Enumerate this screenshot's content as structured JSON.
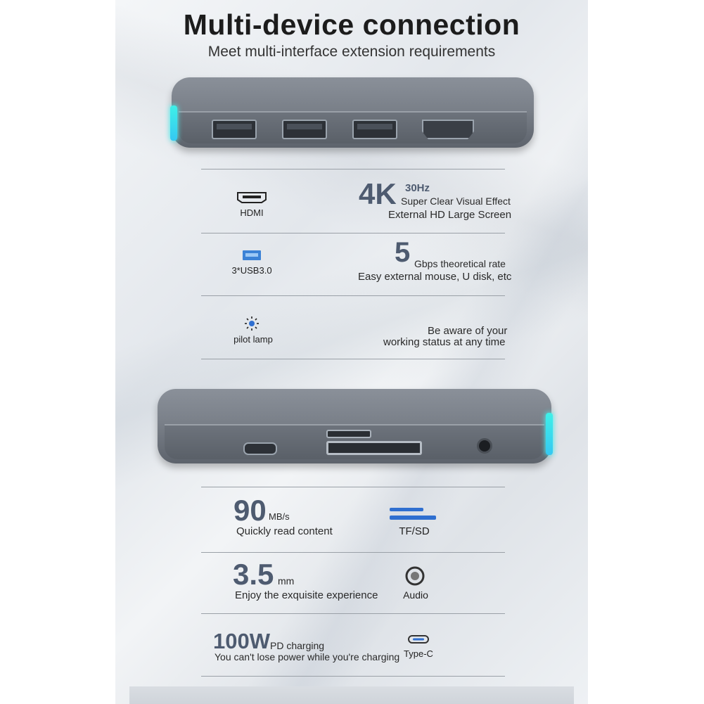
{
  "title": "Multi-device connection",
  "subtitle": "Meet multi-interface extension requirements",
  "features_top": {
    "hdmi": {
      "label": "HDMI",
      "big": "4K",
      "small": "30Hz",
      "line1": "Super Clear Visual Effect",
      "line2": "External HD Large Screen",
      "icon": "hdmi-icon"
    },
    "usb": {
      "label": "3*USB3.0",
      "big": "5",
      "line1": "Gbps theoretical rate",
      "line2": "Easy external mouse, U disk, etc",
      "icon": "usb-icon"
    },
    "lamp": {
      "label": "pilot lamp",
      "line1": "Be aware of your",
      "line2": "working status at any time",
      "icon": "sun-icon"
    }
  },
  "features_bottom": {
    "card": {
      "big": "90",
      "unit": "MB/s",
      "line1": "Quickly read content",
      "label": "TF/SD",
      "icon": "card-slot-icon"
    },
    "audio": {
      "big": "3.5",
      "unit": "mm",
      "line1": "Enjoy the exquisite experience",
      "label": "Audio",
      "icon": "audio-jack-icon"
    },
    "typec": {
      "big": "100W",
      "unit": "PD charging",
      "line1": "You can't lose power while you're charging",
      "label": "Type-C",
      "icon": "type-c-icon"
    }
  },
  "colors": {
    "accent": "#4e5b70",
    "glow": "#3ff0e8",
    "usb_blue": "#3b82d6"
  }
}
